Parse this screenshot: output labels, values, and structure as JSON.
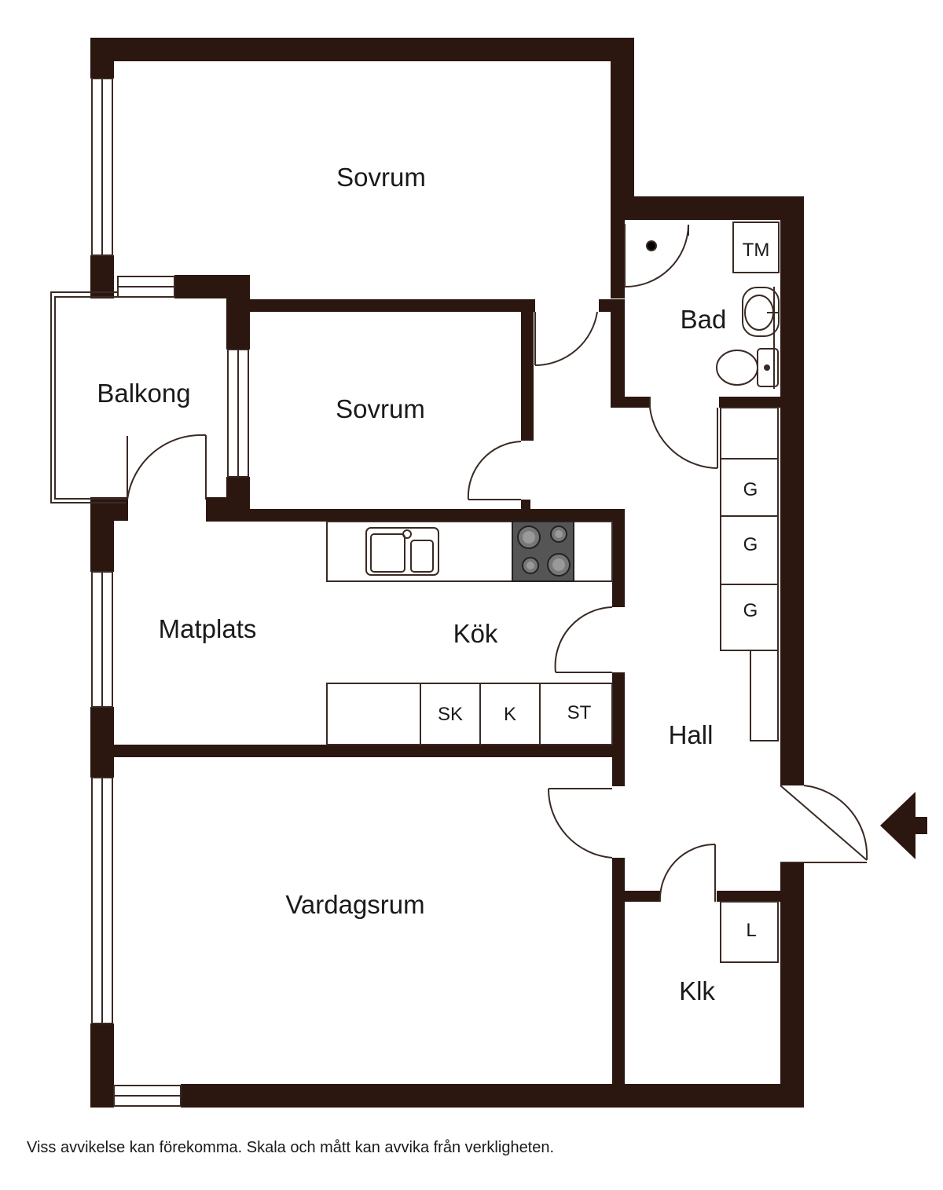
{
  "colors": {
    "wall": "#2b1710",
    "line": "#3a2a24",
    "stove": "#555555"
  },
  "rooms": {
    "sovrum_1": "Sovrum",
    "sovrum_2": "Sovrum",
    "balkong": "Balkong",
    "bad": "Bad",
    "matplats": "Matplats",
    "kok": "Kök",
    "hall": "Hall",
    "vardagsrum": "Vardagsrum",
    "klk": "Klk"
  },
  "fixtures": {
    "tm": "TM",
    "g1": "G",
    "g2": "G",
    "g3": "G",
    "sk": "SK",
    "k": "K",
    "st": "ST",
    "l": "L"
  },
  "disclaimer": "Viss avvikelse kan förekomma. Skala och mått kan avvika från verkligheten."
}
